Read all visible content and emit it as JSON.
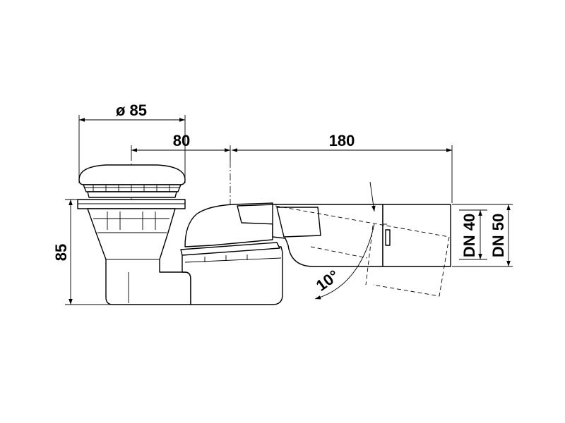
{
  "dimensions": {
    "top_diameter": "ø 85",
    "offset": "80",
    "length": "180",
    "height": "85",
    "outlet_inner": "DN 40",
    "outlet_outer": "DN 50",
    "angle": "10°"
  },
  "colors": {
    "line": "#000000",
    "background": "#ffffff"
  }
}
